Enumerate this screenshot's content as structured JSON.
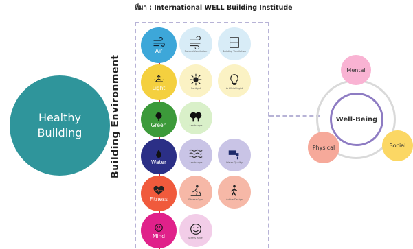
{
  "source": "ที่มา : International WELL Building Institude",
  "healthy_building": "Healthy Building",
  "building_environment": "Building Environment",
  "categories": [
    {
      "label": "Air",
      "color": "#3da7d9",
      "icon": "wind-icon",
      "subs": [
        {
          "icon": "breeze-icon",
          "caption": "Natural Ventilation",
          "color": "#d8ecf7"
        },
        {
          "icon": "filter-icon",
          "caption": "Building Ventilation",
          "color": "#d8ecf7"
        }
      ]
    },
    {
      "label": "Light",
      "color": "#f4d03f",
      "icon": "sunrise-icon",
      "subs": [
        {
          "icon": "sun-icon",
          "caption": "Sunlight",
          "color": "#fbf2c4"
        },
        {
          "icon": "bulb-icon",
          "caption": "Artificial Light",
          "color": "#fbf2c4"
        }
      ]
    },
    {
      "label": "Green",
      "color": "#3c9a3a",
      "icon": "tree-icon",
      "subs": [
        {
          "icon": "trees-icon",
          "caption": "Landscape",
          "color": "#d9f0c9"
        }
      ]
    },
    {
      "label": "Water",
      "color": "#2b2f86",
      "icon": "drop-icon",
      "subs": [
        {
          "icon": "waves-icon",
          "caption": "Landscape",
          "color": "#c9c4e6"
        },
        {
          "icon": "faucet-icon",
          "caption": "Water Quality",
          "color": "#c9c4e6"
        }
      ]
    },
    {
      "label": "Fitness",
      "color": "#f05a3c",
      "icon": "heart-pulse-icon",
      "subs": [
        {
          "icon": "treadmill-icon",
          "caption": "Fitness Gym",
          "color": "#f6b8a7"
        },
        {
          "icon": "walker-icon",
          "caption": "Active Design",
          "color": "#f6b8a7"
        }
      ]
    },
    {
      "label": "Mind",
      "color": "#e0218a",
      "icon": "brain-icon",
      "subs": [
        {
          "icon": "smile-icon",
          "caption": "Stress Relief",
          "color": "#f2cde8"
        }
      ]
    }
  ],
  "well_being": "Well-Being",
  "mental": "Mental",
  "physical": "Physical",
  "social": "Social"
}
